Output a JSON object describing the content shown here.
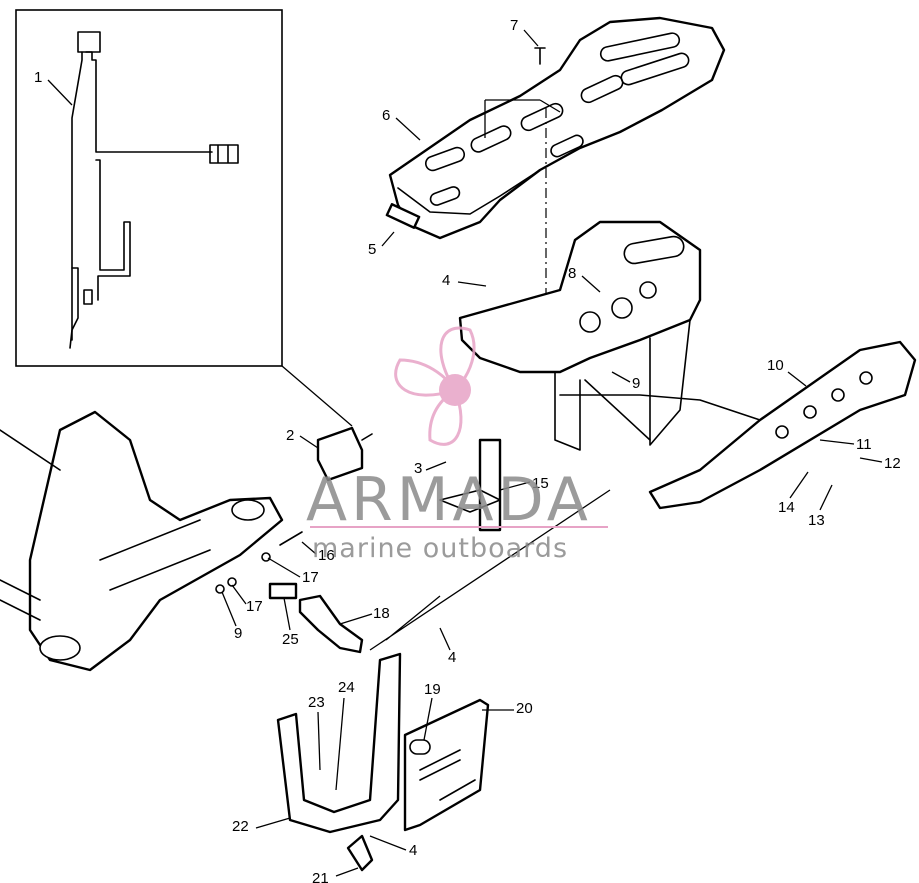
{
  "callouts": [
    {
      "text": "1"
    },
    {
      "text": "2"
    },
    {
      "text": "3"
    },
    {
      "text": "4"
    },
    {
      "text": "5"
    },
    {
      "text": "6"
    },
    {
      "text": "7"
    },
    {
      "text": "8"
    },
    {
      "text": "9"
    },
    {
      "text": "10"
    },
    {
      "text": "11"
    },
    {
      "text": "12"
    },
    {
      "text": "13"
    },
    {
      "text": "14"
    },
    {
      "text": "15"
    },
    {
      "text": "16"
    },
    {
      "text": "17"
    },
    {
      "text": "17"
    },
    {
      "text": "9"
    },
    {
      "text": "25"
    },
    {
      "text": "18"
    },
    {
      "text": "4"
    },
    {
      "text": "19"
    },
    {
      "text": "20"
    },
    {
      "text": "23"
    },
    {
      "text": "24"
    },
    {
      "text": "22"
    },
    {
      "text": "4"
    },
    {
      "text": "21"
    }
  ],
  "watermark": {
    "name": "ARMADA",
    "tagline": "marine outboards",
    "color": "#e7a3c6"
  }
}
